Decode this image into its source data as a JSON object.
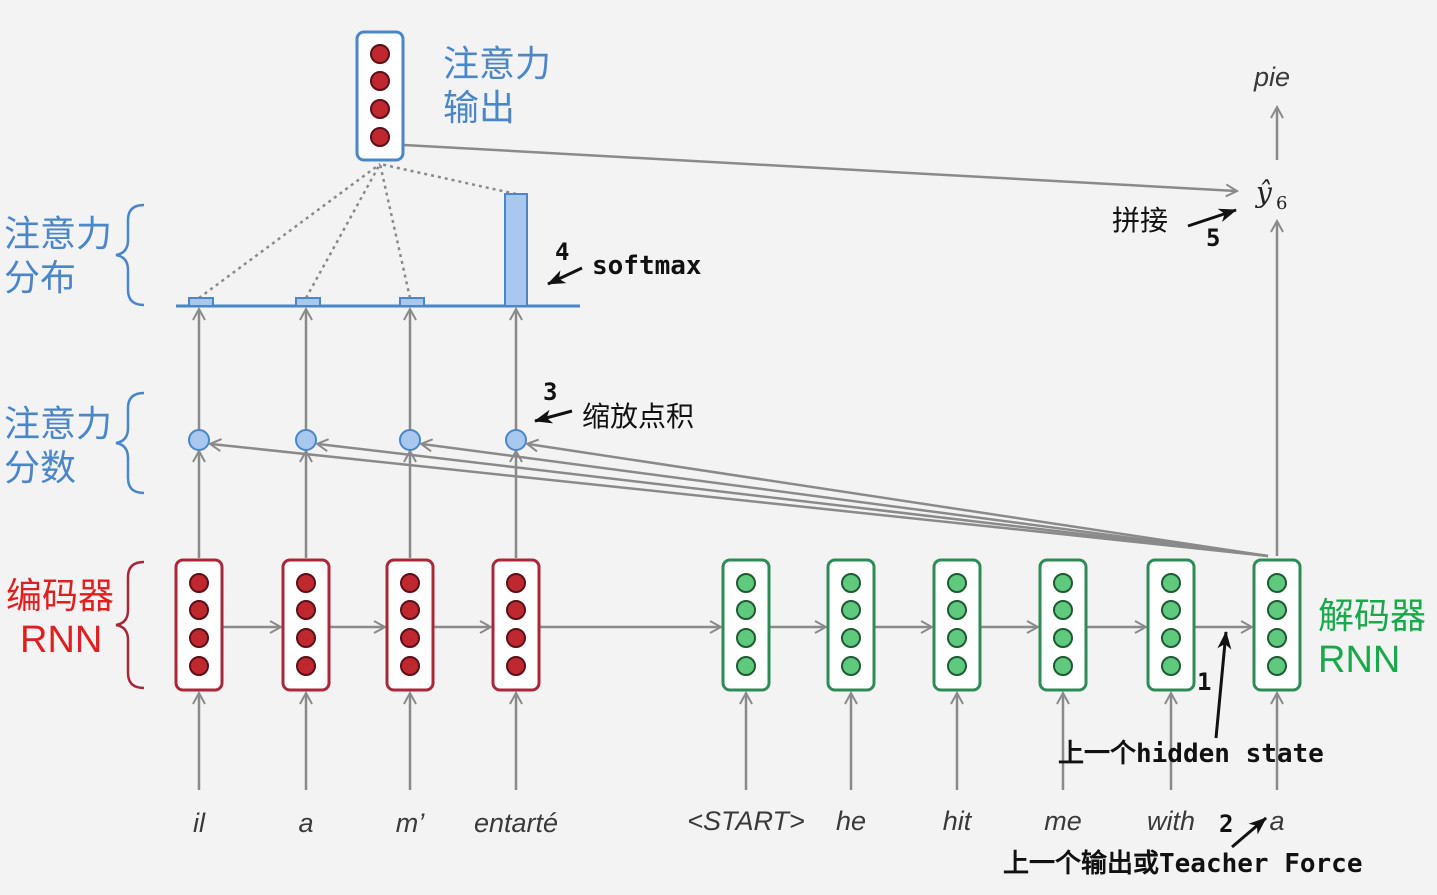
{
  "colors": {
    "encoder_stroke": "#a8283a",
    "encoder_dot": "#c0282f",
    "decoder_stroke": "#2e8b57",
    "decoder_dot": "#5fc97e",
    "attention": "#4a86c8",
    "attention_fill": "#a9c8f0",
    "arrow": "#8a8a8a"
  },
  "labels": {
    "attention_output": [
      "注意力",
      "输出"
    ],
    "attention_distribution": [
      "注意力",
      "分布"
    ],
    "attention_scores": [
      "注意力",
      "分数"
    ],
    "encoder": [
      "编码器",
      "RNN"
    ],
    "decoder": [
      "解码器",
      "RNN"
    ],
    "output_word": "pie",
    "y_hat": "ŷ",
    "y_sub": "6"
  },
  "annotations": {
    "step4_num": "4",
    "step4_text": "softmax",
    "step3_num": "3",
    "step3_text": "缩放点积",
    "step5_num": "5",
    "step5_text": "拼接",
    "step1_num": "1",
    "step1_text": "上一个hidden state",
    "step2_num": "2",
    "step2_text": "上一个输出或Teacher Force"
  },
  "encoder_inputs": [
    "il",
    "a",
    "m’",
    "entarté"
  ],
  "decoder_inputs": [
    "<START>",
    "he",
    "hit",
    "me",
    "with",
    "a"
  ],
  "attention_weights": [
    0.04,
    0.04,
    0.04,
    0.88
  ]
}
